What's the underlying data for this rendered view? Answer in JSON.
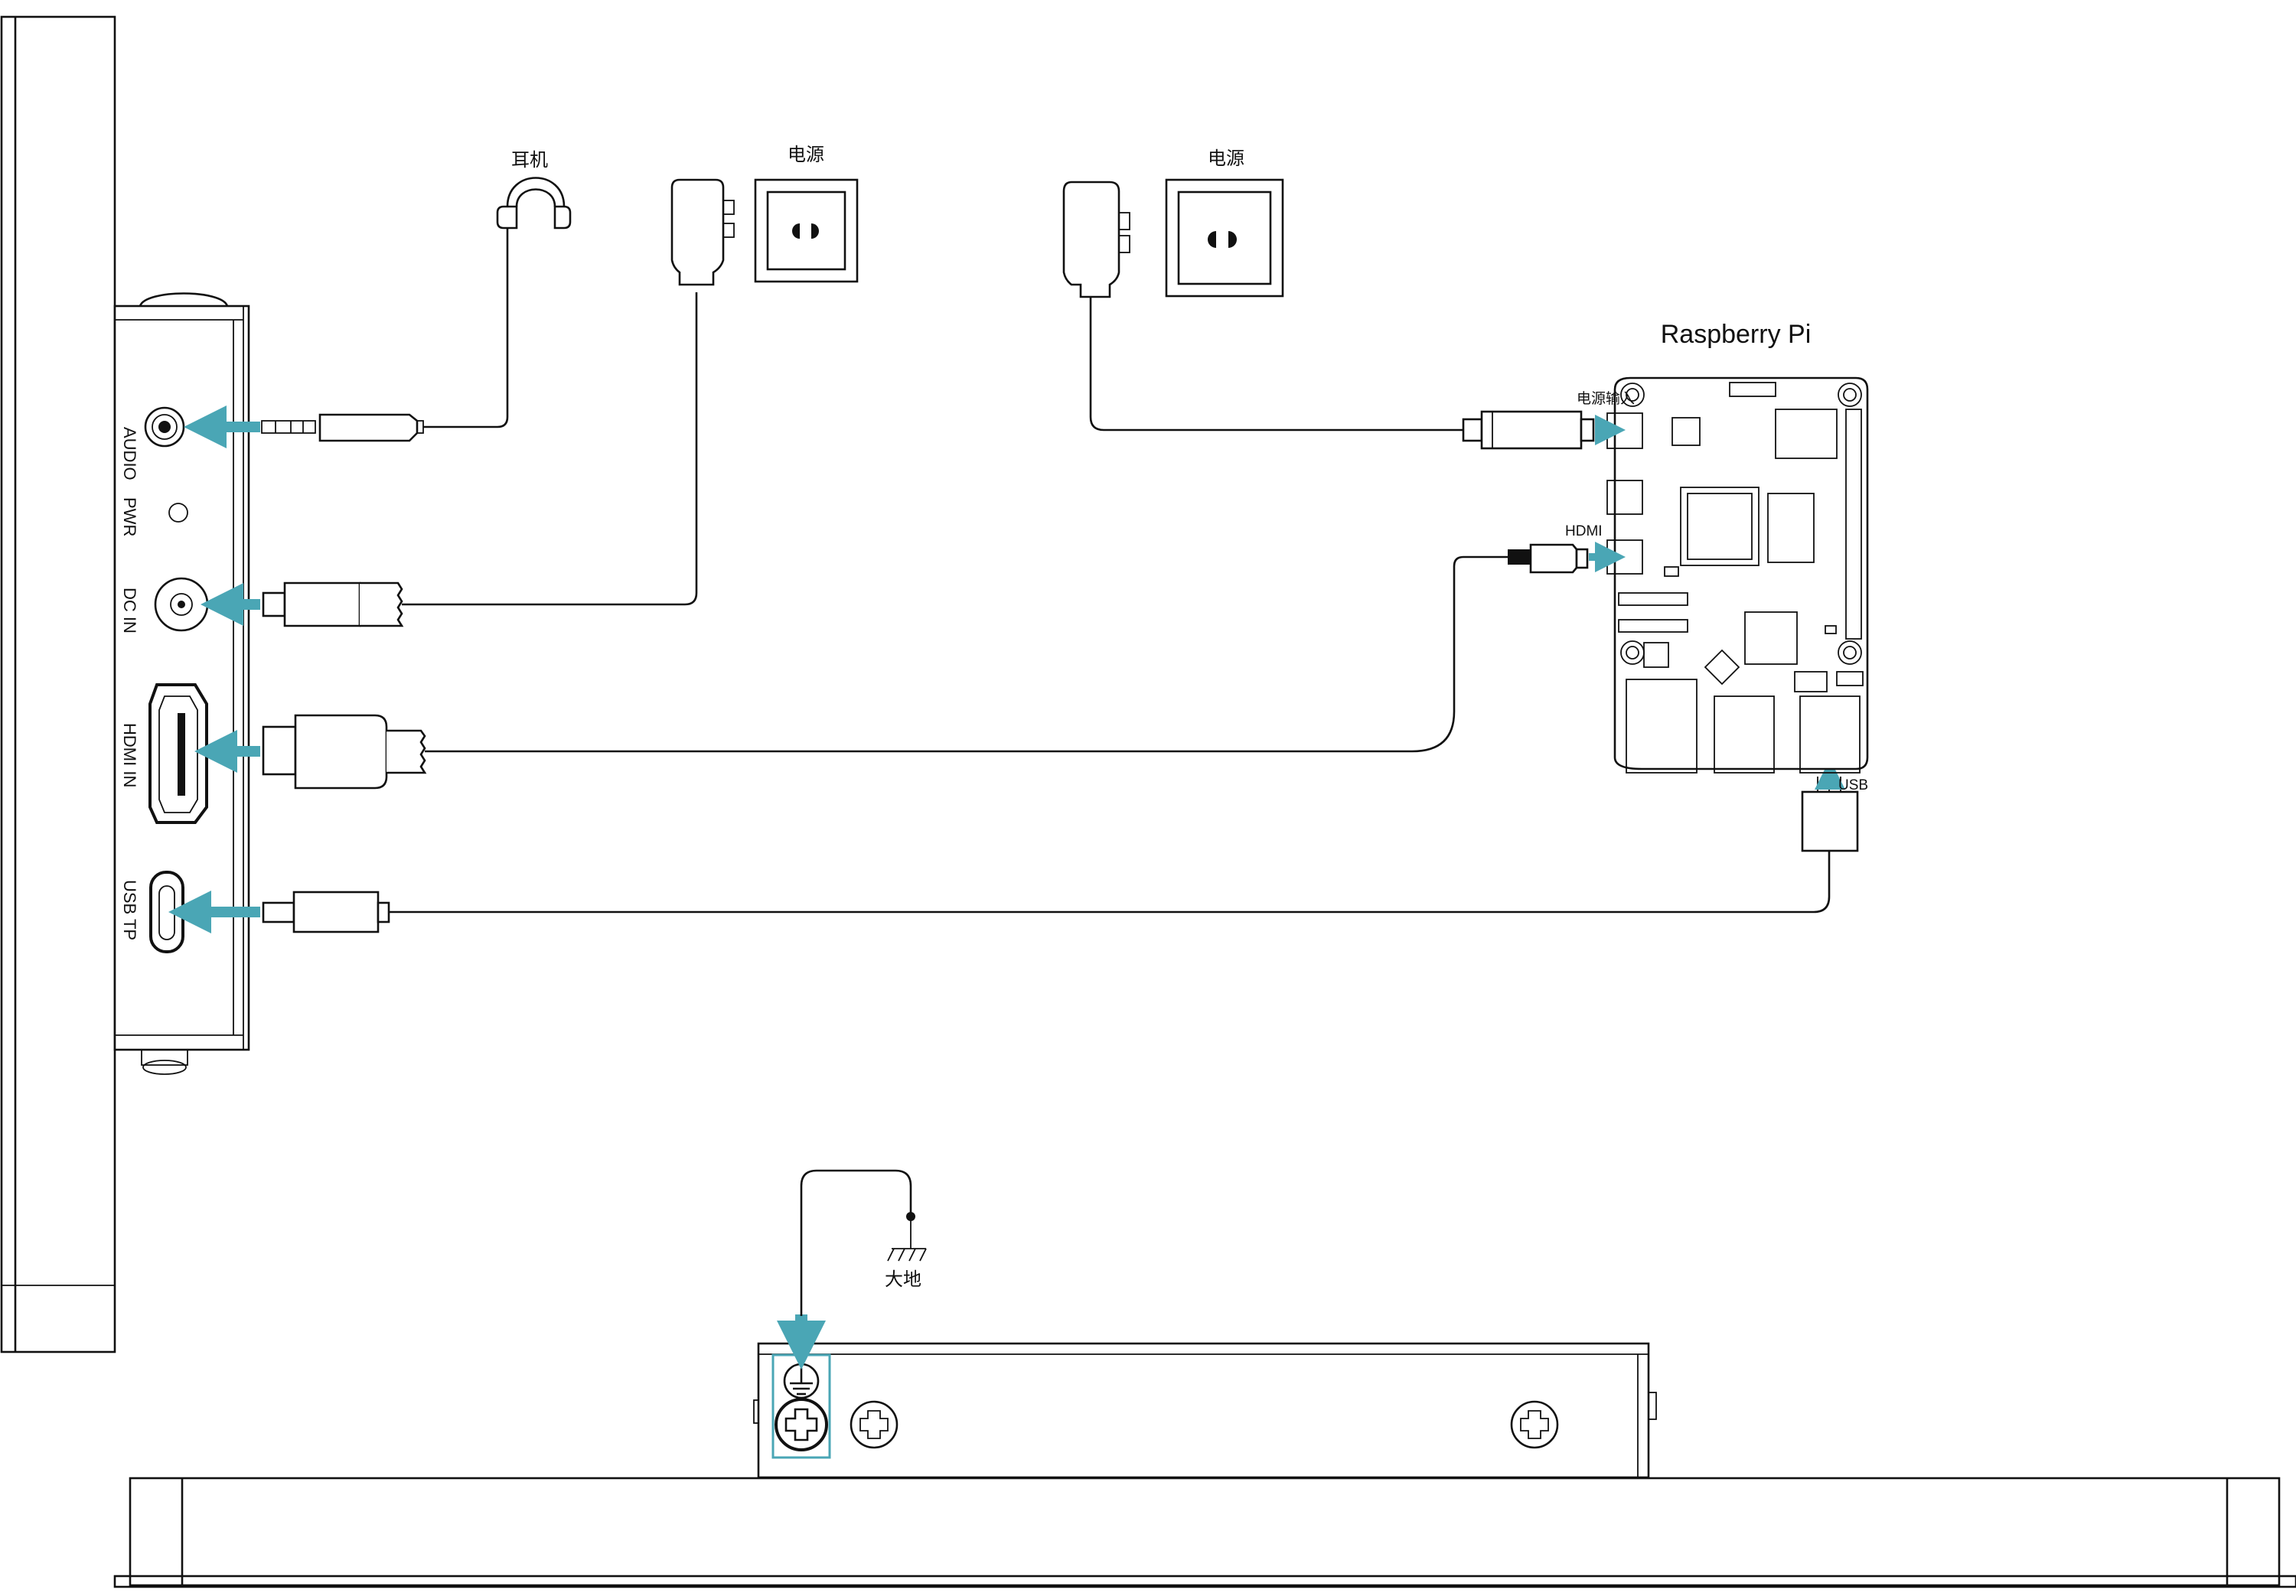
{
  "diagram": {
    "panel_ports": [
      {
        "id": "audio",
        "label": "AUDIO"
      },
      {
        "id": "pwr",
        "label": "PWR"
      },
      {
        "id": "dc-in",
        "label": "DC IN"
      },
      {
        "id": "hdmi-in",
        "label": "HDMI IN"
      },
      {
        "id": "usb-tp",
        "label": "USB TP"
      }
    ],
    "headphone_label": "耳机",
    "power_label_left": "电源",
    "power_label_right": "电源",
    "board_title": "Raspberry Pi",
    "board_ports": {
      "power_input": "电源输入",
      "hdmi": "HDMI",
      "usb": "USB"
    },
    "ground_label": "大地",
    "colors": {
      "line": "#111111",
      "arrow_accent": "#4aa6b5",
      "highlight_box": "#4aa6b5",
      "background": "#ffffff"
    }
  }
}
